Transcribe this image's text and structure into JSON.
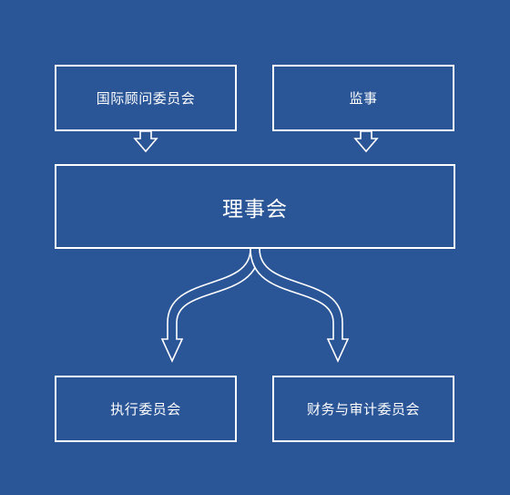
{
  "diagram": {
    "nodes": {
      "advisory_committee": "国际顾问委员会",
      "supervisor": "监事",
      "board": "理事会",
      "executive_committee": "执行委员会",
      "finance_audit_committee": "财务与审计委员会"
    },
    "edges": [
      {
        "from": "advisory_committee",
        "to": "board"
      },
      {
        "from": "supervisor",
        "to": "board"
      },
      {
        "from": "board",
        "to": "executive_committee"
      },
      {
        "from": "board",
        "to": "finance_audit_committee"
      }
    ],
    "colors": {
      "background": "#2a5597",
      "stroke": "#ffffff"
    }
  }
}
